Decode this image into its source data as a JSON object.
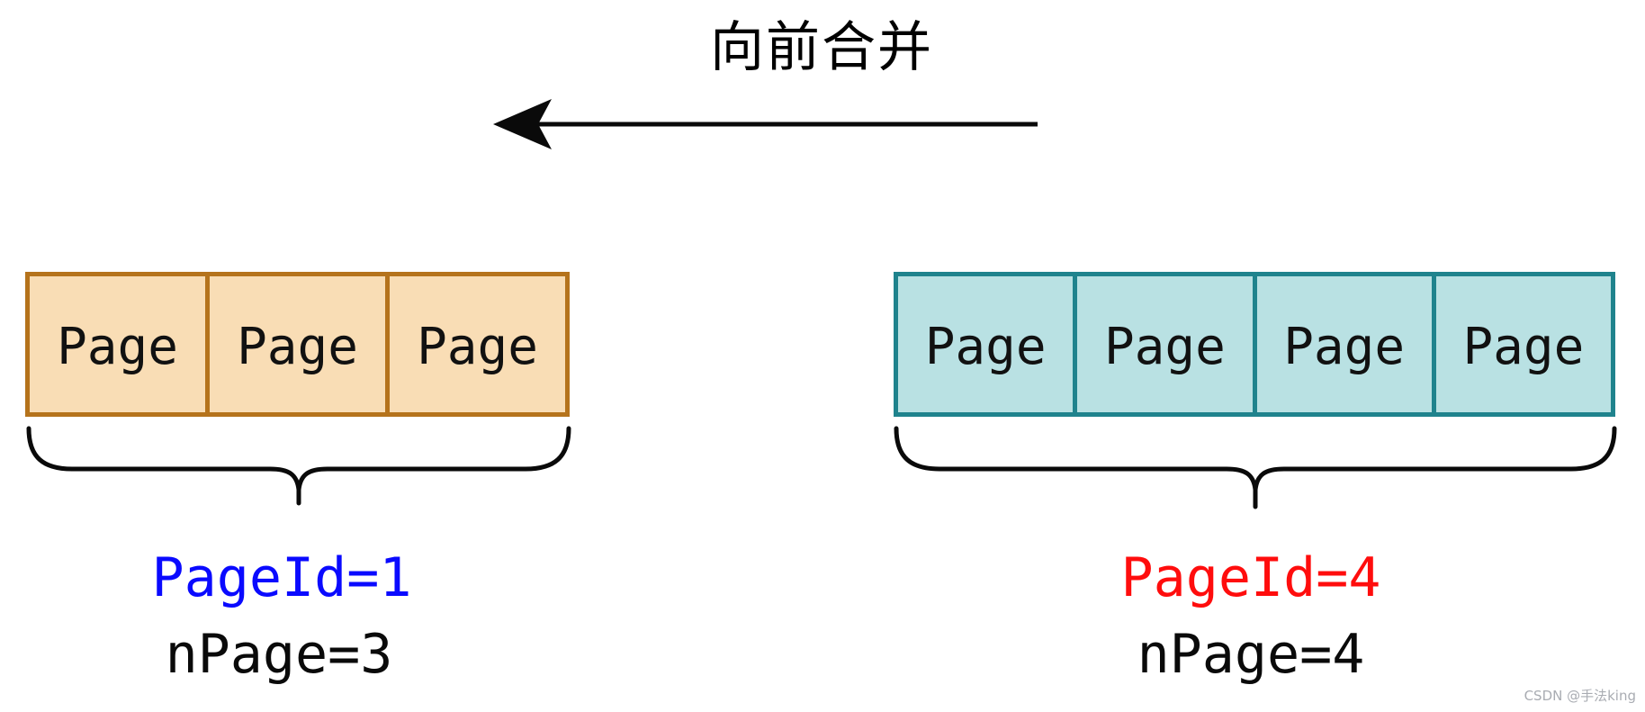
{
  "title": {
    "text": "向前合并"
  },
  "arrow": {
    "direction": "left",
    "color": "#0a0a0a"
  },
  "left_group": {
    "pages": [
      "Page",
      "Page",
      "Page"
    ],
    "page_id_label": "PageId=1",
    "n_page_label": "nPage=3",
    "fill_color": "#F9DDB5",
    "border_color": "#B5731C",
    "page_id_color": "#0A0AFF"
  },
  "right_group": {
    "pages": [
      "Page",
      "Page",
      "Page",
      "Page"
    ],
    "page_id_label": "PageId=4",
    "n_page_label": "nPage=4",
    "fill_color": "#B9E1E3",
    "border_color": "#1F838D",
    "page_id_color": "#FF0D0D"
  },
  "watermark": {
    "text": "CSDN @手法king",
    "color": "#A9ACB2"
  }
}
